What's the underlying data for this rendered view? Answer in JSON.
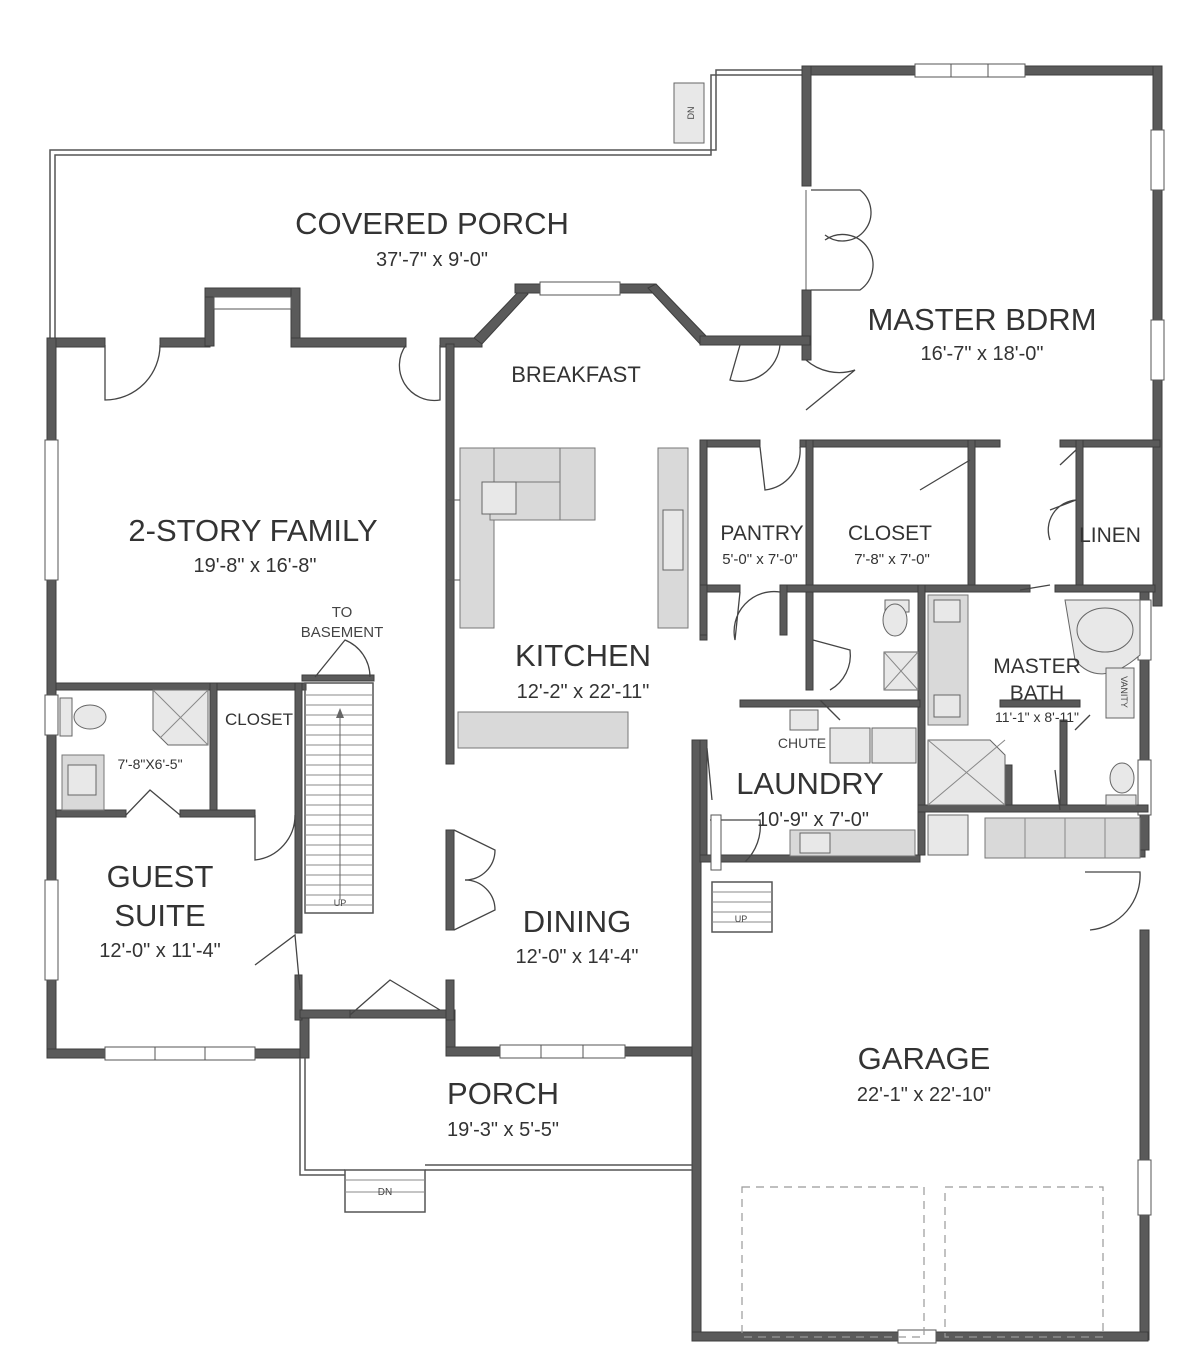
{
  "rooms": {
    "covered_porch": {
      "name": "COVERED PORCH",
      "dim": "37'-7\" x 9'-0\""
    },
    "master_bdrm": {
      "name": "MASTER BDRM",
      "dim": "16'-7\" x 18'-0\""
    },
    "breakfast": {
      "name": "BREAKFAST"
    },
    "family": {
      "name": "2-STORY FAMILY",
      "dim": "19'-8\" x 16'-8\""
    },
    "pantry": {
      "name": "PANTRY",
      "dim": "5'-0\" x 7'-0\""
    },
    "closet_master": {
      "name": "CLOSET",
      "dim": "7'-8\" x 7'-0\""
    },
    "linen": {
      "name": "LINEN"
    },
    "kitchen": {
      "name": "KITCHEN",
      "dim": "12'-2\" x 22'-11\""
    },
    "master_bath": {
      "name": "MASTER",
      "name2": "BATH",
      "dim": "11'-1\" x 8'-11\""
    },
    "guest_bath": {
      "dim": "7'-8\"X6'-5\""
    },
    "closet_guest": {
      "name": "CLOSET"
    },
    "laundry": {
      "name": "LAUNDRY",
      "dim": "10'-9\" x 7'-0\""
    },
    "guest_suite": {
      "name": "GUEST",
      "name2": "SUITE",
      "dim": "12'-0\" x 11'-4\""
    },
    "dining": {
      "name": "DINING",
      "dim": "12'-0\" x 14'-4\""
    },
    "garage": {
      "name": "GARAGE",
      "dim": "22'-1\" x 22'-10\""
    },
    "porch": {
      "name": "PORCH",
      "dim": "19'-3\" x 5'-5\""
    }
  },
  "labels": {
    "to_basement_1": "TO",
    "to_basement_2": "BASEMENT",
    "chute": "CHUTE",
    "vanity": "VANITY",
    "up_stair": "UP",
    "up_garage": "UP",
    "dn_porch": "DN",
    "dn_covered": "DN"
  }
}
